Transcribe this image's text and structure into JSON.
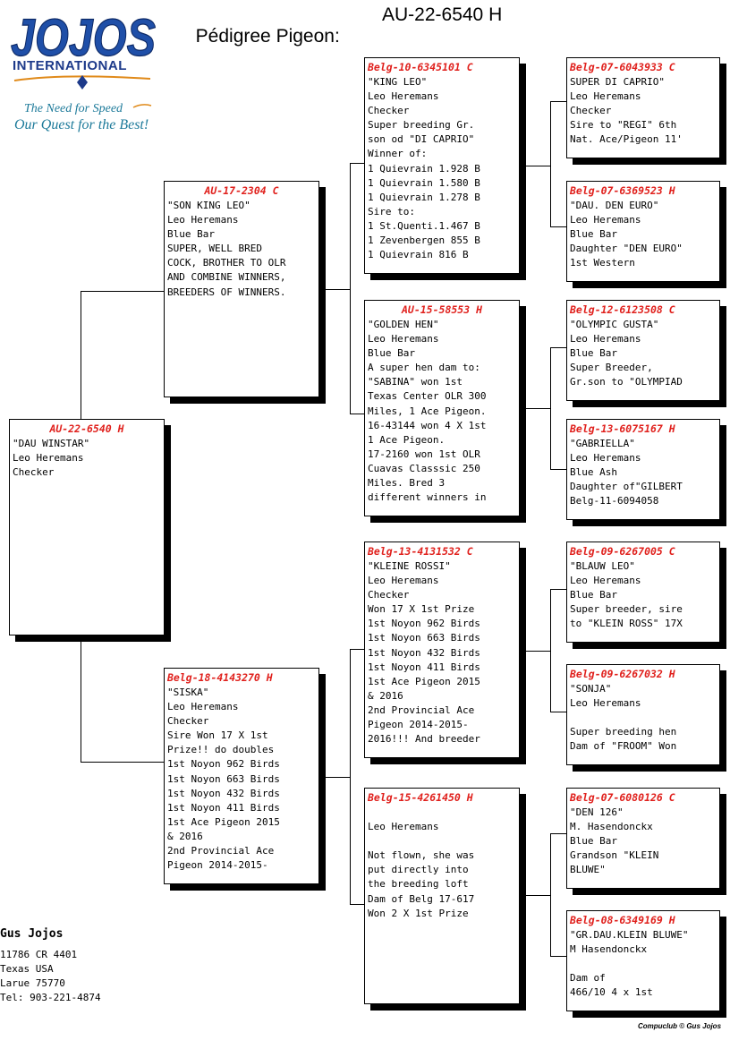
{
  "header": {
    "logo_word": "JOJOS",
    "logo_sub": "INTERNATIONAL",
    "tagline_1": "The Need for Speed",
    "tagline_2": "Our Quest for the Best!",
    "title_label": "Pédigree Pigeon:",
    "title_ring": "AU-22-6540 H"
  },
  "pigeons": [
    {
      "ring": "AU-22-6540 H",
      "lines": [
        "\"DAU WINSTAR\"",
        "Leo Heremans",
        "Checker"
      ]
    },
    {
      "ring": "AU-17-2304 C",
      "lines": [
        "\"SON KING LEO\"",
        "Leo Heremans",
        "Blue Bar",
        "SUPER, WELL BRED",
        "COCK, BROTHER TO OLR",
        "AND COMBINE WINNERS,",
        "BREEDERS OF WINNERS."
      ]
    },
    {
      "ring": "Belg-18-4143270 H",
      "lines": [
        "\"SISKA\"",
        "Leo Heremans",
        "Checker",
        "Sire Won 17 X 1st",
        "Prize!! do doubles",
        "1st Noyon 962 Birds",
        "1st Noyon 663 Birds",
        "1st Noyon 432 Birds",
        "1st Noyon 411 Birds",
        "1st Ace Pigeon 2015",
        "& 2016",
        "2nd Provincial Ace",
        "Pigeon 2014-2015-"
      ]
    },
    {
      "ring": "Belg-10-6345101 C",
      "lines": [
        "\"KING LEO\"",
        "Leo Heremans",
        "Checker",
        "Super breeding Gr.",
        "son od \"DI CAPRIO\"",
        "Winner of:",
        "1 Quievrain 1.928 B",
        "1 Quievrain 1.580 B",
        "1 Quievrain 1.278 B",
        "Sire to:",
        "1 St.Quenti.1.467 B",
        "1 Zevenbergen 855 B",
        "1 Quievrain 816 B"
      ]
    },
    {
      "ring": "AU-15-58553 H",
      "lines": [
        "\"GOLDEN HEN\"",
        "Leo Heremans",
        "Blue Bar",
        "A super hen dam to:",
        "\"SABINA\" won 1st",
        "Texas Center OLR 300",
        "Miles, 1 Ace Pigeon.",
        "16-43144 won 4 X 1st",
        "1 Ace Pigeon.",
        "17-2160 won 1st OLR",
        "Cuavas Classsic 250",
        "Miles. Bred 3",
        "different winners in"
      ]
    },
    {
      "ring": "Belg-13-4131532 C",
      "lines": [
        "\"KLEINE ROSSI\"",
        "Leo Heremans",
        "Checker",
        "Won 17 X 1st Prize",
        "1st Noyon 962 Birds",
        "1st Noyon 663 Birds",
        "1st Noyon 432 Birds",
        "1st Noyon 411 Birds",
        "1st Ace Pigeon 2015",
        "& 2016",
        "2nd Provincial Ace",
        "Pigeon 2014-2015-",
        "2016!!! And breeder"
      ]
    },
    {
      "ring": "Belg-15-4261450 H",
      "lines": [
        "",
        "Leo Heremans",
        "",
        "Not flown, she was",
        "put directly into",
        "the breeding loft",
        "Dam of Belg 17-617",
        "Won 2 X 1st Prize"
      ]
    },
    {
      "ring": "Belg-07-6043933 C",
      "lines": [
        "SUPER DI CAPRIO\"",
        "Leo Heremans",
        "Checker",
        "Sire to \"REGI\" 6th",
        "Nat. Ace/Pigeon 11'"
      ]
    },
    {
      "ring": "Belg-07-6369523 H",
      "lines": [
        "\"DAU. DEN EURO\"",
        "Leo Heremans",
        "Blue Bar",
        "Daughter \"DEN EURO\"",
        "1st Western"
      ]
    },
    {
      "ring": "Belg-12-6123508 C",
      "lines": [
        "\"OLYMPIC GUSTA\"",
        "Leo Heremans",
        "Blue Bar",
        "Super Breeder,",
        "Gr.son to \"OLYMPIAD"
      ]
    },
    {
      "ring": "Belg-13-6075167 H",
      "lines": [
        "\"GABRIELLA\"",
        "Leo Heremans",
        "Blue Ash",
        "Daughter of\"GILBERT",
        "Belg-11-6094058"
      ]
    },
    {
      "ring": "Belg-09-6267005 C",
      "lines": [
        "\"BLAUW LEO\"",
        "Leo Heremans",
        "Blue Bar",
        "Super breeder, sire",
        "to \"KLEIN ROSS\" 17X"
      ]
    },
    {
      "ring": "Belg-09-6267032 H",
      "lines": [
        "\"SONJA\"",
        "Leo Heremans",
        "",
        "Super breeding hen",
        "Dam of \"FROOM\" Won"
      ]
    },
    {
      "ring": "Belg-07-6080126 C",
      "lines": [
        "\"DEN 126\"",
        "M. Hasendonckx",
        "Blue Bar",
        "Grandson \"KLEIN",
        "BLUWE\""
      ]
    },
    {
      "ring": "Belg-08-6349169 H",
      "lines": [
        "\"GR.DAU.KLEIN BLUWE\"",
        "M Hasendonckx",
        "",
        "Dam of",
        "466/10 4 x 1st"
      ]
    }
  ],
  "owner": {
    "name": "Gus Jojos",
    "lines": [
      "11786 CR 4401",
      "Texas USA",
      "Larue 75770",
      "Tel: 903-221-4874"
    ]
  },
  "footer": "Compuclub © Gus Jojos"
}
